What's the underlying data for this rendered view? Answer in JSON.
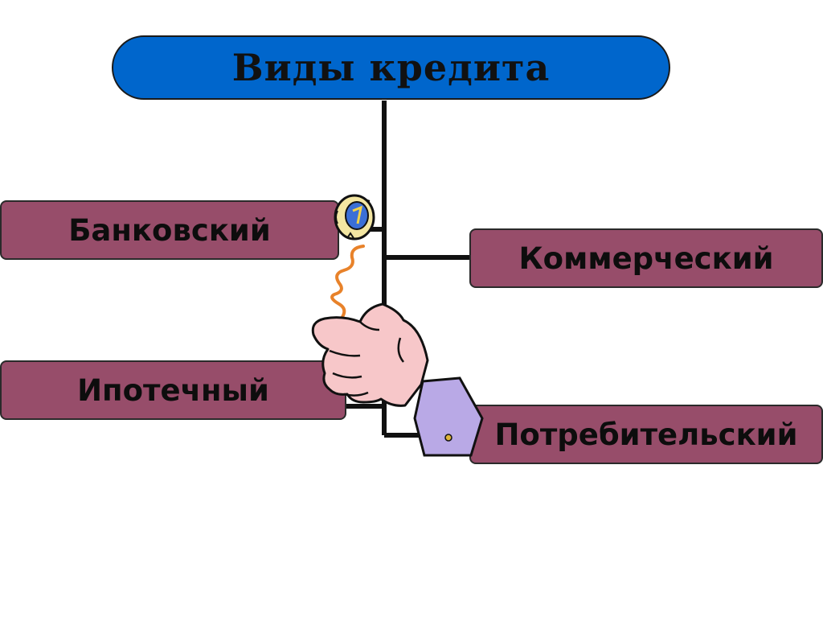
{
  "diagram": {
    "title": "Виды кредита",
    "items": [
      {
        "label": "Банковский"
      },
      {
        "label": "Коммерческий"
      },
      {
        "label": "Ипотечный"
      },
      {
        "label": "Потребительский"
      }
    ]
  },
  "colors": {
    "title_fill": "#0066cc",
    "box_fill": "#974d6a",
    "connector": "#111111"
  },
  "decoration": {
    "clipart": "hand-flipping-coin-icon"
  }
}
